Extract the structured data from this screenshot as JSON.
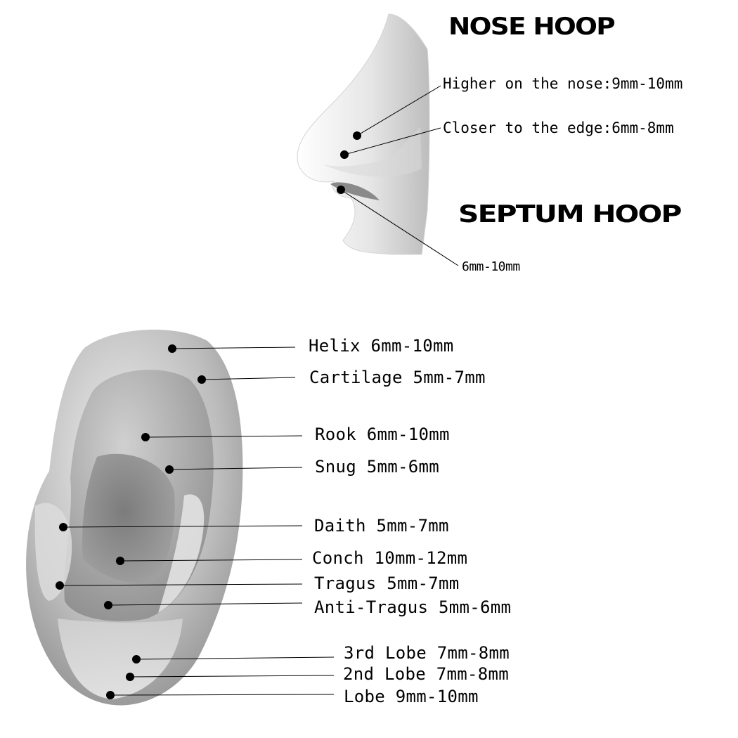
{
  "nose": {
    "title": "NOSE HOOP",
    "higher_label": "Higher on the nose:9mm-10mm",
    "closer_label": "Closer to the edge:6mm-8mm"
  },
  "septum": {
    "title": "SEPTUM HOOP",
    "size_label": "6mm-10mm"
  },
  "ear": {
    "labels": [
      {
        "key": "helix",
        "text": "Helix 6mm-10mm"
      },
      {
        "key": "cartilage",
        "text": "Cartilage 5mm-7mm"
      },
      {
        "key": "rook",
        "text": "Rook 6mm-10mm"
      },
      {
        "key": "snug",
        "text": "Snug 5mm-6mm"
      },
      {
        "key": "daith",
        "text": "Daith 5mm-7mm"
      },
      {
        "key": "conch",
        "text": "Conch 10mm-12mm"
      },
      {
        "key": "tragus",
        "text": "Tragus 5mm-7mm"
      },
      {
        "key": "anti-tragus",
        "text": "Anti-Tragus 5mm-6mm"
      },
      {
        "key": "3rd-lobe",
        "text": "3rd Lobe 7mm-8mm"
      },
      {
        "key": "2nd-lobe",
        "text": "2nd Lobe 7mm-8mm"
      },
      {
        "key": "lobe",
        "text": "Lobe 9mm-10mm"
      }
    ]
  },
  "colors": {
    "ink": "#000000",
    "skin_light": "#f2f2f2",
    "skin_mid": "#c8c8c8",
    "skin_dark": "#6e6e6e"
  }
}
